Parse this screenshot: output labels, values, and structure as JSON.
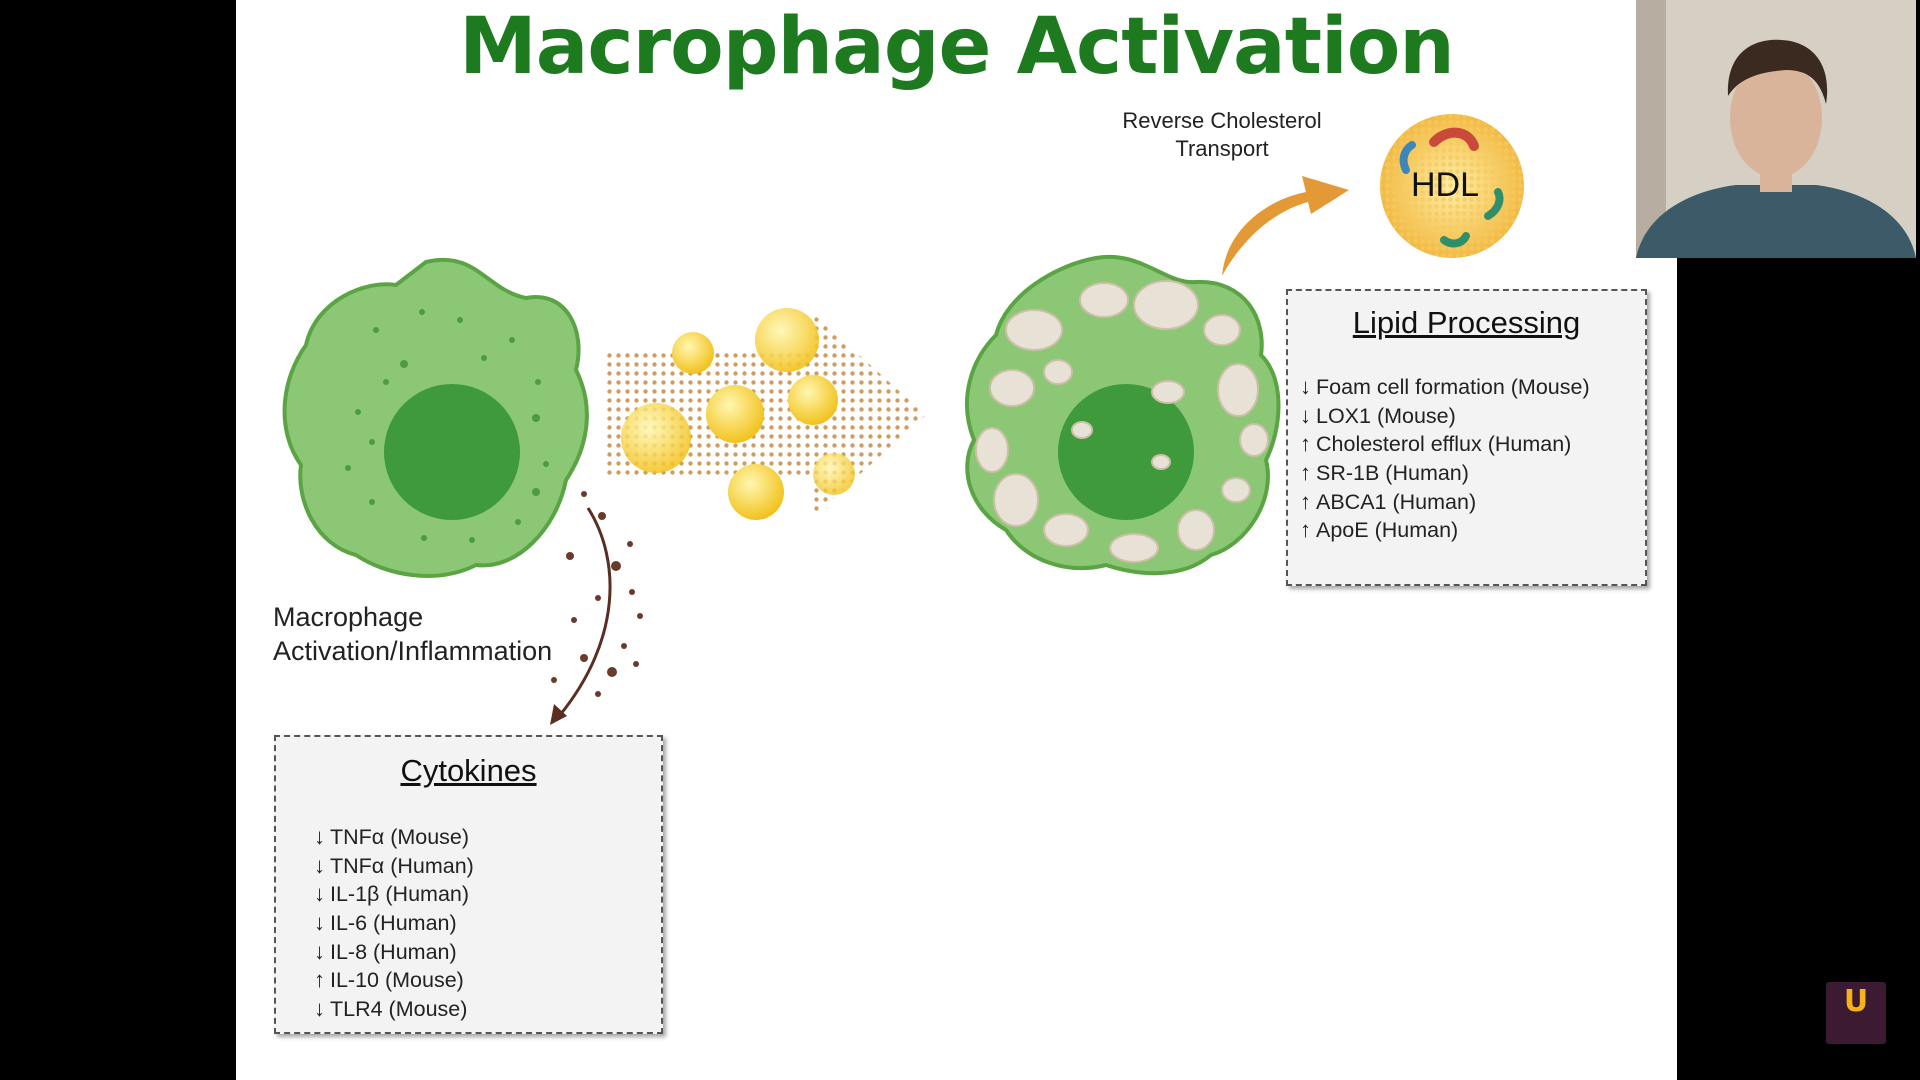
{
  "slide": {
    "title": "Macrophage Activation",
    "reverse_transport_label": "Reverse Cholesterol Transport",
    "hdl_label": "HDL",
    "inflammation_label": "Macrophage Activation/Inflammation",
    "lipid_box": {
      "title": "Lipid Processing",
      "items": [
        {
          "arrow": "↓",
          "text": "Foam cell formation (Mouse)"
        },
        {
          "arrow": "↓",
          "text": "LOX1 (Mouse)"
        },
        {
          "arrow": "↑",
          "text": "Cholesterol efflux (Human)"
        },
        {
          "arrow": "↑",
          "text": "SR-1B (Human)"
        },
        {
          "arrow": "↑",
          "text": "ABCA1 (Human)"
        },
        {
          "arrow": "↑",
          "text": "ApoE (Human)"
        }
      ]
    },
    "cytokine_box": {
      "title": "Cytokines",
      "items": [
        {
          "arrow": "↓",
          "text": "TNFα (Mouse)"
        },
        {
          "arrow": "↓",
          "text": "TNFα (Human)"
        },
        {
          "arrow": "↓",
          "text": "IL-1β (Human)"
        },
        {
          "arrow": "↓",
          "text": "IL-6 (Human)"
        },
        {
          "arrow": "↓",
          "text": "IL-8 (Human)"
        },
        {
          "arrow": "↑",
          "text": "IL-10 (Mouse)"
        },
        {
          "arrow": "↓",
          "text": "TLR4 (Mouse)"
        }
      ]
    }
  },
  "colors": {
    "title": "#1d7a1f",
    "cell": "#8cc776",
    "nucleus": "#3f9a3c",
    "lipid": "#f5cf3a",
    "arrow": "#e39a36",
    "logo_background": "#3b1a32",
    "logo_letter": "#f5b21b"
  },
  "icons": {
    "logo": "u-logo-icon"
  }
}
